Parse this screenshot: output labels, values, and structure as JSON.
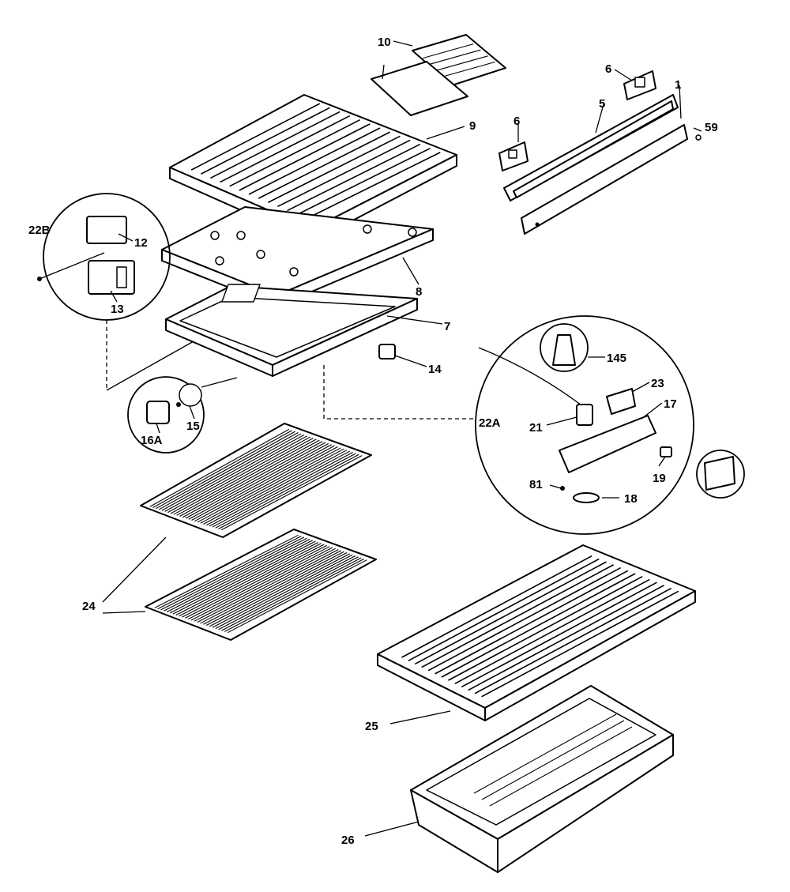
{
  "labels": {
    "l10": "10",
    "l6_top": "6",
    "l1": "1",
    "l5": "5",
    "l59": "59",
    "l6_mid": "6",
    "l9": "9",
    "l22B": "22B",
    "l12": "12",
    "l13": "13",
    "l8": "8",
    "l7": "7",
    "l14": "14",
    "l15": "15",
    "l16A": "16A",
    "l145": "145",
    "l23": "23",
    "l17": "17",
    "l22A": "22A",
    "l21": "21",
    "l19": "19",
    "l81": "81",
    "l18": "18",
    "l24": "24",
    "l25": "25",
    "l26": "26"
  }
}
